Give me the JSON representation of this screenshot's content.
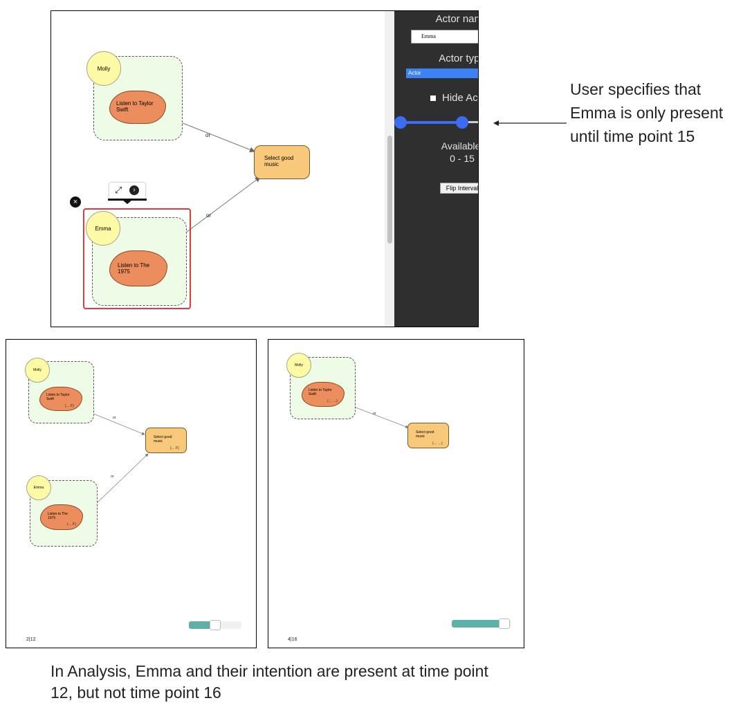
{
  "editor": {
    "actors": [
      {
        "name": "Molly",
        "intention": "Listen to Taylor Swift"
      },
      {
        "name": "Emma",
        "intention": "Listen to The 1975"
      }
    ],
    "shared_goal": "Select good music",
    "link_label": "or",
    "inspector": {
      "actor_name_label": "Actor name",
      "actor_name_value": "Emma",
      "actor_type_label": "Actor type",
      "actor_type_value": "Actor",
      "hide_actor_label": "Hide Actor",
      "hide_actor_checked": false,
      "available_label": "Available:",
      "available_range": "0 - 15",
      "flip_button": "Flip Interval"
    }
  },
  "annotation": {
    "text": "User specifies that Emma is only present until time point 15"
  },
  "analysis_panels": [
    {
      "counter": "2|12",
      "time_point_text": "(… F)",
      "timeline_progress": 0.45
    },
    {
      "counter": "4|16",
      "time_point_text": "(… …)",
      "timeline_progress": 0.85
    }
  ],
  "caption": "In Analysis, Emma and their intention are present at time point 12, but not time point 16",
  "colors": {
    "actor": "#fdfaa5",
    "boundary": "#eefbe7",
    "intention": "#eb8d5c",
    "goal": "#f8c97a",
    "selection": "#e03a3a",
    "inspector_bg": "#2f2f2f",
    "slider": "#3b6cf2",
    "timeline": "#5fb0a8"
  },
  "icons": [
    "close-circle-icon",
    "expand-icon",
    "arrow-right-circle-icon"
  ]
}
